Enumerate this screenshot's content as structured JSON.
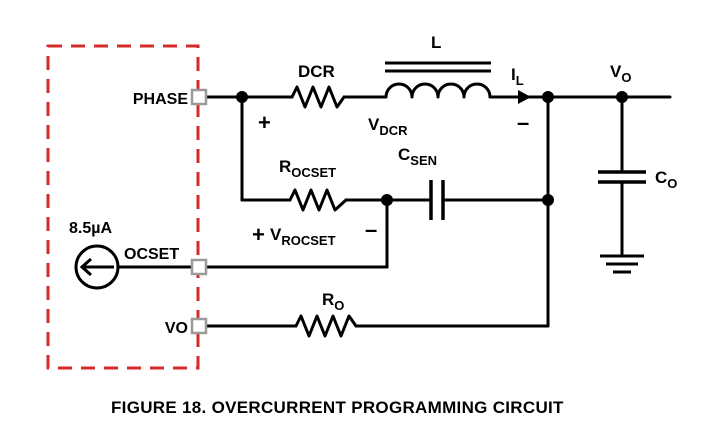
{
  "figure": {
    "caption": "FIGURE 18.  OVERCURRENT PROGRAMMING CIRCUIT"
  },
  "colors": {
    "ic_boundary": "#d62b2b",
    "pin": "#9a9a9a",
    "wire": "#000000"
  },
  "pins": {
    "phase": "PHASE",
    "ocset": "OCSET",
    "vo": "VO"
  },
  "current_source": {
    "value": "8.5µA"
  },
  "components": {
    "inductor": {
      "main": "L"
    },
    "dcr": {
      "main": "DCR"
    },
    "il": {
      "main": "I",
      "sub": "L"
    },
    "vout": {
      "main": "V",
      "sub": "O"
    },
    "vdcr": {
      "main": "V",
      "sub": "DCR"
    },
    "csen": {
      "main": "C",
      "sub": "SEN"
    },
    "rocset": {
      "main": "R",
      "sub": "OCSET"
    },
    "vrocset": {
      "main": "V",
      "sub": "ROCSET"
    },
    "co": {
      "main": "C",
      "sub": "O"
    },
    "ro": {
      "main": "R",
      "sub": "O"
    }
  },
  "polarity": {
    "plus": "+",
    "minus": "–"
  }
}
